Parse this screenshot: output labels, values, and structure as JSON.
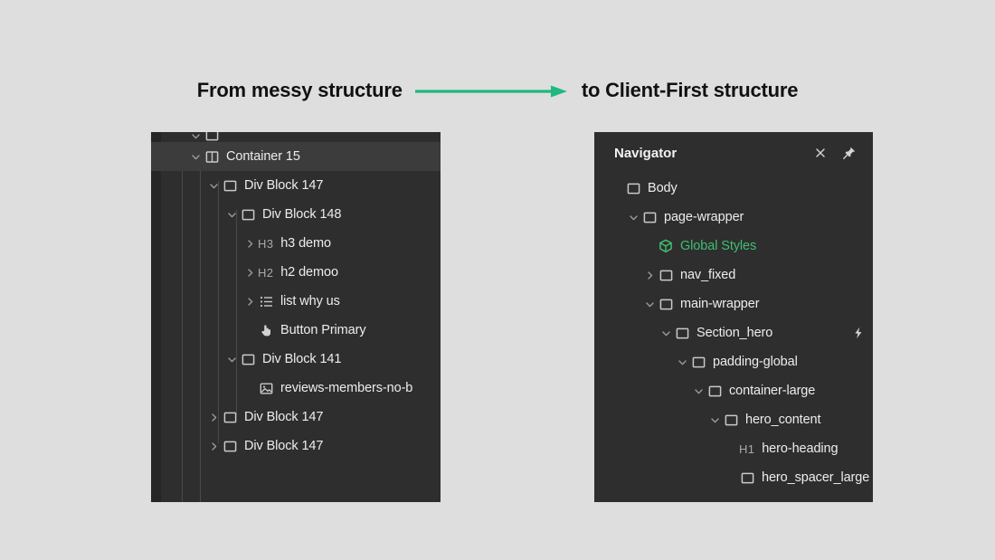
{
  "headline": {
    "left_text": "From messy structure",
    "right_text": "to Client-First structure",
    "arrow_icon": "arrow-right-icon",
    "arrow_color": "#1FB87F"
  },
  "colors": {
    "page_background": "#DEDEDE",
    "panel_background": "#2E2E2E",
    "panel_gutter": "#262626",
    "row_selected": "#3C3C3C",
    "text_primary": "#EDEDED",
    "text_muted": "#A9A9A9",
    "accent_green": "#3FBF72",
    "guide_line": "#4A4A4A"
  },
  "left_panel": {
    "name": "messy-structure-navigator",
    "rows": [
      {
        "label": "",
        "tag": "",
        "icon": "div-block-icon",
        "caret": "down",
        "depth": 1,
        "selected": false,
        "partial": true
      },
      {
        "label": "Container 15",
        "tag": "",
        "icon": "container-icon",
        "caret": "down",
        "depth": 1,
        "selected": true,
        "partial": false
      },
      {
        "label": "Div Block 147",
        "tag": "",
        "icon": "div-block-icon",
        "caret": "down",
        "depth": 2,
        "selected": false,
        "partial": false
      },
      {
        "label": "Div Block 148",
        "tag": "",
        "icon": "div-block-icon",
        "caret": "down",
        "depth": 3,
        "selected": false,
        "partial": false
      },
      {
        "label": "h3 demo",
        "tag": "H3",
        "icon": "",
        "caret": "right",
        "depth": 4,
        "selected": false,
        "partial": false
      },
      {
        "label": "h2 demoo",
        "tag": "H2",
        "icon": "",
        "caret": "right",
        "depth": 4,
        "selected": false,
        "partial": false
      },
      {
        "label": "list why us",
        "tag": "",
        "icon": "list-icon",
        "caret": "right",
        "depth": 4,
        "selected": false,
        "partial": false
      },
      {
        "label": "Button Primary",
        "tag": "",
        "icon": "pointer-hand-icon",
        "caret": "none",
        "depth": 4,
        "selected": false,
        "partial": false
      },
      {
        "label": "Div Block 141",
        "tag": "",
        "icon": "div-block-icon",
        "caret": "down",
        "depth": 3,
        "selected": false,
        "partial": false
      },
      {
        "label": "reviews-members-no-b",
        "tag": "",
        "icon": "image-icon",
        "caret": "none",
        "depth": 4,
        "selected": false,
        "partial": false
      },
      {
        "label": "Div Block 147",
        "tag": "",
        "icon": "div-block-icon",
        "caret": "right",
        "depth": 2,
        "selected": false,
        "partial": false
      },
      {
        "label": "Div Block 147",
        "tag": "",
        "icon": "div-block-icon",
        "caret": "right",
        "depth": 2,
        "selected": false,
        "partial": false
      }
    ]
  },
  "right_panel": {
    "name": "client-first-navigator",
    "header": {
      "title": "Navigator",
      "close_icon": "close-icon",
      "pin_icon": "pin-icon"
    },
    "rows": [
      {
        "label": "Body",
        "tag": "",
        "icon": "div-block-icon",
        "caret": "none",
        "depth": 0,
        "green": false,
        "trailing": ""
      },
      {
        "label": "page-wrapper",
        "tag": "",
        "icon": "div-block-icon",
        "caret": "down",
        "depth": 1,
        "green": false,
        "trailing": ""
      },
      {
        "label": "Global Styles",
        "tag": "",
        "icon": "cube-icon",
        "caret": "none",
        "depth": 2,
        "green": true,
        "trailing": ""
      },
      {
        "label": "nav_fixed",
        "tag": "",
        "icon": "div-block-icon",
        "caret": "right",
        "depth": 2,
        "green": false,
        "trailing": ""
      },
      {
        "label": "main-wrapper",
        "tag": "",
        "icon": "div-block-icon",
        "caret": "down",
        "depth": 2,
        "green": false,
        "trailing": ""
      },
      {
        "label": "Section_hero",
        "tag": "",
        "icon": "div-block-icon",
        "caret": "down",
        "depth": 3,
        "green": false,
        "trailing": "lightning-icon"
      },
      {
        "label": "padding-global",
        "tag": "",
        "icon": "div-block-icon",
        "caret": "down",
        "depth": 4,
        "green": false,
        "trailing": ""
      },
      {
        "label": "container-large",
        "tag": "",
        "icon": "div-block-icon",
        "caret": "down",
        "depth": 5,
        "green": false,
        "trailing": ""
      },
      {
        "label": "hero_content",
        "tag": "",
        "icon": "div-block-icon",
        "caret": "down",
        "depth": 6,
        "green": false,
        "trailing": ""
      },
      {
        "label": "hero-heading",
        "tag": "H1",
        "icon": "",
        "caret": "none",
        "depth": 7,
        "green": false,
        "trailing": ""
      },
      {
        "label": "hero_spacer_large",
        "tag": "",
        "icon": "div-block-icon",
        "caret": "none",
        "depth": 7,
        "green": false,
        "trailing": ""
      }
    ]
  }
}
